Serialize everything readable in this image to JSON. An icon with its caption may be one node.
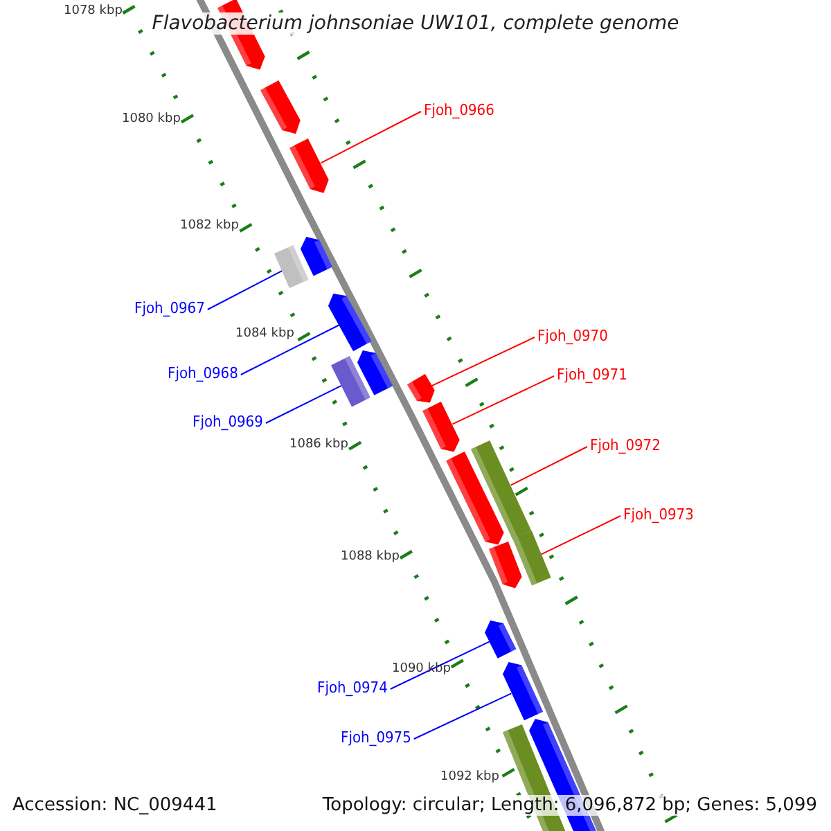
{
  "diagram": {
    "title": "Flavobacterium johnsoniae UW101, complete genome",
    "nodes": [
      {
        "text": [],
        "shape": "bar"
      },
      {
        "text": [],
        "shape": "bar"
      },
      {
        "text": [],
        "shape": "bar"
      },
      {
        "text": [
          "Fjoh_0966"
        ]
      },
      {
        "text": [],
        "shape": "box"
      },
      {
        "text": [],
        "shape": "bar"
      },
      {
        "text": [
          "Fjoh_0967"
        ]
      },
      {
        "text": [],
        "shape": "bar"
      },
      {
        "text": [
          "Fjoh_0968"
        ]
      },
      {
        "text": [],
        "shape": "box"
      },
      {
        "text": [],
        "shape": "bar"
      },
      {
        "text": [
          "Fjoh_0969"
        ]
      },
      {
        "text": [
          "Fjoh_0970"
        ]
      },
      {
        "text": [],
        "shape": "bar"
      },
      {
        "text": [
          "Fjoh_0971"
        ]
      },
      {
        "text": [],
        "shape": "bar"
      },
      {
        "text": [
          "Fjoh_0972"
        ]
      },
      {
        "text": [],
        "shape": "box"
      },
      {
        "text": [],
        "shape": "bar"
      },
      {
        "text": [
          "Fjoh_0973"
        ]
      },
      {
        "text": [],
        "shape": "box"
      },
      {
        "text": [],
        "shape": "bar"
      },
      {
        "text": [],
        "shape": "bar"
      },
      {
        "text": [
          "Fjoh_0974"
        ]
      },
      {
        "text": [],
        "shape": "bar"
      },
      {
        "text": [
          "Fjoh_0975"
        ]
      },
      {
        "text": [],
        "shape": "box"
      },
      {
        "text": [],
        "shape": "bar"
      }
    ],
    "edges": [
      {
        "from": 3,
        "to": 2,
        "arrow": "none",
        "color": "#ff0000"
      },
      {
        "from": 6,
        "to": 4,
        "arrow": "none",
        "color": "#0000ff"
      },
      {
        "from": 8,
        "to": 7,
        "arrow": "none",
        "color": "#0000ff"
      },
      {
        "from": 11,
        "to": 9,
        "arrow": "none",
        "color": "#0000ff"
      },
      {
        "from": 12,
        "to": 13,
        "arrow": "none",
        "color": "#ff0000"
      },
      {
        "from": 14,
        "to": 15,
        "arrow": "none",
        "color": "#ff0000"
      },
      {
        "from": 16,
        "to": 17,
        "arrow": "none",
        "color": "#ff0000"
      },
      {
        "from": 19,
        "to": 20,
        "arrow": "none",
        "color": "#ff0000"
      },
      {
        "from": 23,
        "to": 22,
        "arrow": "none",
        "color": "#0000ff"
      },
      {
        "from": 25,
        "to": 24,
        "arrow": "none",
        "color": "#0000ff"
      }
    ],
    "labels": [
      "1078 kbp",
      "1080 kbp",
      "1082 kbp",
      "1084 kbp",
      "1086 kbp",
      "1088 kbp",
      "1090 kbp",
      "1092 kbp",
      "Accession: NC_009441",
      "Topology: circular; Length: 6,096,872 bp; Genes: 5,099"
    ]
  }
}
